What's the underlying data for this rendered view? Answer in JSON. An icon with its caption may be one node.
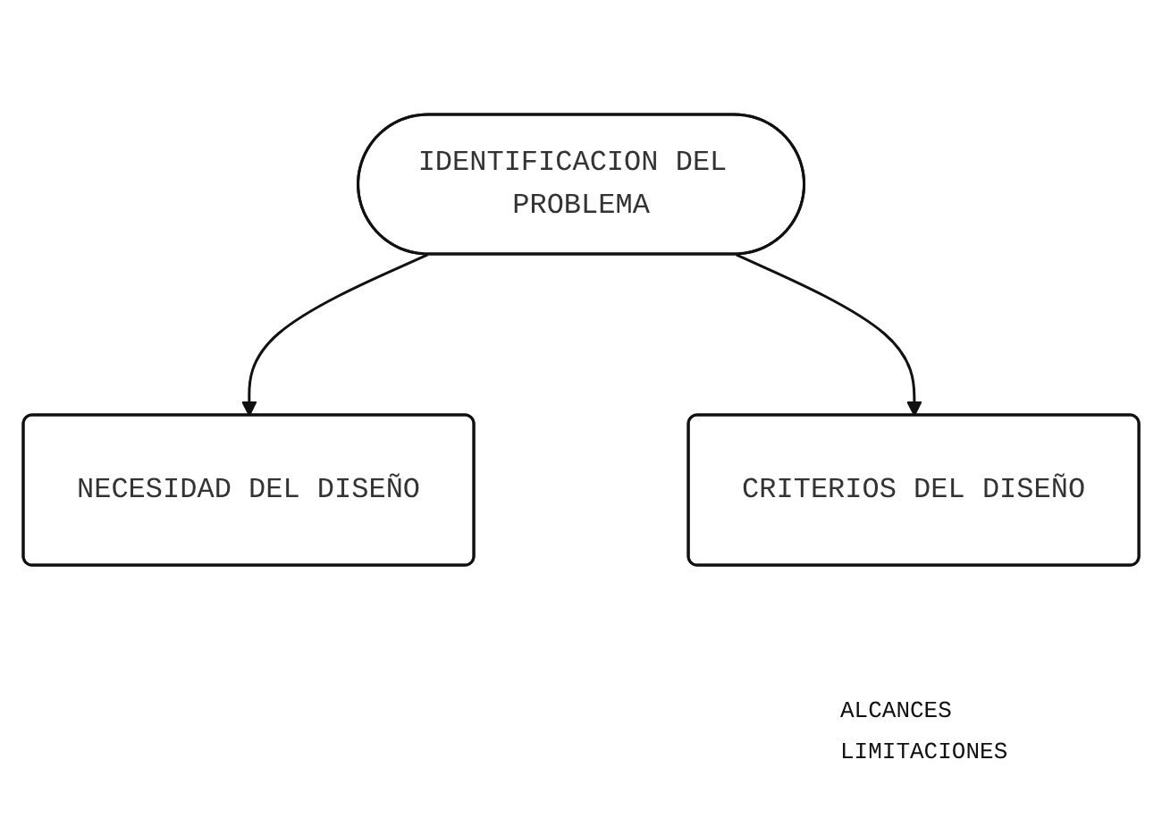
{
  "diagram": {
    "nodes": [
      {
        "text": [
          "IDENTIFICACION DEL PROBLEMA"
        ]
      },
      {
        "text": [
          "NECESIDAD DEL DISEÑO"
        ]
      },
      {
        "text": [
          "CRITERIOS DEL DISEÑO"
        ]
      }
    ],
    "edges": [
      {
        "from": 0,
        "to": 1,
        "arrow": "to"
      },
      {
        "from": 0,
        "to": 2,
        "arrow": "to"
      }
    ],
    "labels": [
      "ALCANCES",
      "LIMITACIONES"
    ]
  }
}
